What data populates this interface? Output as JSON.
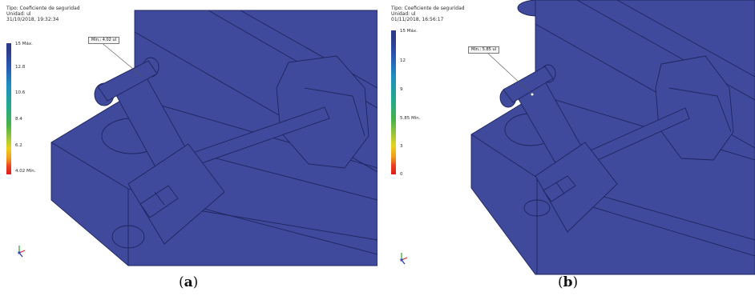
{
  "panels": [
    {
      "caption_open": "(",
      "caption_letter": "a",
      "caption_close": ")",
      "type_label": "Tipo: Coeficiente de seguridad",
      "unit_label": "Unidad: ul",
      "timestamp": "31/10/2018, 19:32:34",
      "legend": {
        "top_label": "15 Máx.",
        "ticks": [
          "12.8",
          "10.6",
          "8.4",
          "6.2"
        ],
        "bottom_label": "4.02 Mín."
      },
      "callout": "Mín.: 4.02 ul"
    },
    {
      "caption_open": "(",
      "caption_letter": "b",
      "caption_close": ")",
      "type_label": "Tipo: Coeficiente de seguridad",
      "unit_label": "Unidad: ul",
      "timestamp": "01/11/2018, 16:56:17",
      "legend": {
        "top_label": "15 Máx.",
        "ticks": [
          "12",
          "9",
          "5.85 Mín.",
          "3",
          "0"
        ]
      },
      "callout": "Mín.: 5.85 ul"
    }
  ],
  "colors": {
    "model_blue": "#3f4a9c",
    "model_edge": "#1e2560",
    "background": "#ffffff"
  },
  "icons": {
    "axis_triad": "xyz-axis-triad-icon"
  }
}
